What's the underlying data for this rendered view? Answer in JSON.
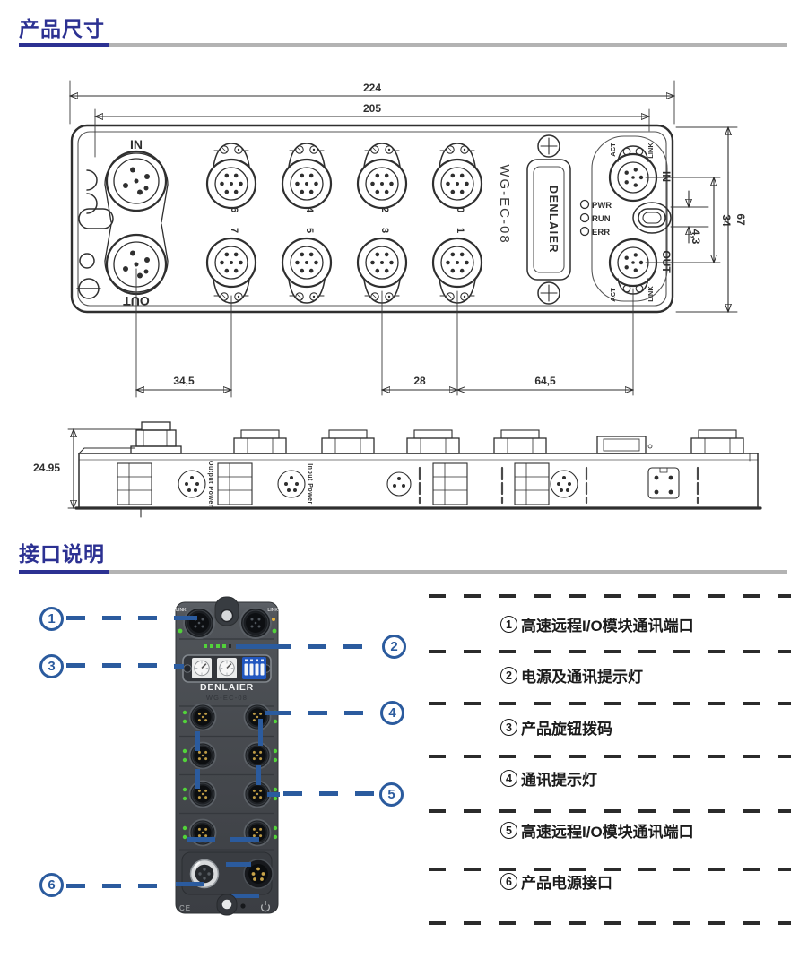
{
  "headings": {
    "dimensions": "产品尺寸",
    "interfaces": "接口说明"
  },
  "top_view": {
    "dims": {
      "width_outer": "224",
      "width_inner": "205",
      "height": "67",
      "right_pitch": "34",
      "button_offset": "4,3",
      "left_pitch": "34,5",
      "port_pitch": "28",
      "right_span": "64,5"
    },
    "labels": {
      "in_left": "IN",
      "out_left": "OUT",
      "in_right": "IN",
      "out_right": "OUT",
      "act": "ACT",
      "link": "LINK",
      "brand": "DENLAIER",
      "model": "WG-EC-08",
      "pwr": "PWR",
      "run": "RUN",
      "err": "ERR"
    },
    "ports_top": [
      "6",
      "4",
      "2",
      "0"
    ],
    "ports_bottom": [
      "7",
      "5",
      "3",
      "1"
    ]
  },
  "side_view": {
    "dims": {
      "height": "24.95"
    },
    "labels": {
      "output_power": "Output Power",
      "input_power": "Input Power"
    }
  },
  "module": {
    "brand": "DENLAIER",
    "model": "WG-EC-08",
    "link": "LINK",
    "ce": "CE"
  },
  "callouts": [
    {
      "num": "1"
    },
    {
      "num": "2"
    },
    {
      "num": "3"
    },
    {
      "num": "4"
    },
    {
      "num": "5"
    },
    {
      "num": "6"
    }
  ],
  "legend": [
    {
      "num": "1",
      "text": "高速远程I/O模块通讯端口"
    },
    {
      "num": "2",
      "text": "电源及通讯提示灯"
    },
    {
      "num": "3",
      "text": "产品旋钮拨码"
    },
    {
      "num": "4",
      "text": "通讯提示灯"
    },
    {
      "num": "5",
      "text": "高速远程I/O模块通讯端口"
    },
    {
      "num": "6",
      "text": "产品电源接口"
    }
  ],
  "colors": {
    "heading": "#2c3192",
    "callout_blue": "#2b5b9e",
    "legend_dash": "#2b2b2b",
    "underline_gray": "#b3b3b3",
    "drawing_line": "#2f2f2f",
    "module_body": "#46494e",
    "led_green": "#52d33a",
    "dip_blue": "#2157c0"
  }
}
